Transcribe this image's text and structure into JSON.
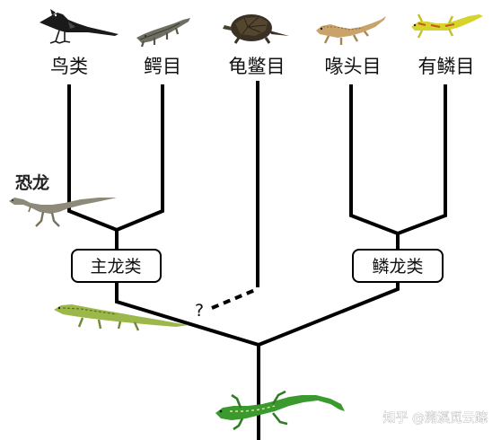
{
  "taxa": {
    "birds": "鸟类",
    "crocodilians": "鳄目",
    "turtles": "龟鳖目",
    "rhynchocephalia": "喙头目",
    "squamata": "有鳞目"
  },
  "clades": {
    "archosaurs": "主龙类",
    "lepidosaurs": "鳞龙类"
  },
  "annotations": {
    "dinosaur": "恐龙",
    "unknown_link": "?"
  },
  "watermark": "知乎 @溯溪觅云踪",
  "icons": {
    "bird": "roadrunner-icon",
    "crocodile": "crocodile-icon",
    "turtle": "turtle-icon",
    "tuatara": "tuatara-icon",
    "gecko": "gecko-icon",
    "dinosaur": "dinosaur-icon",
    "archosauriform": "archosauriform-icon",
    "ancestor": "ancestral-lizard-icon"
  },
  "colors": {
    "line": "#000000",
    "gecko": "#d6d32a",
    "ancestor": "#3a9a2e",
    "archosauriform": "#9cb84a",
    "tuatara": "#c9a36a"
  }
}
